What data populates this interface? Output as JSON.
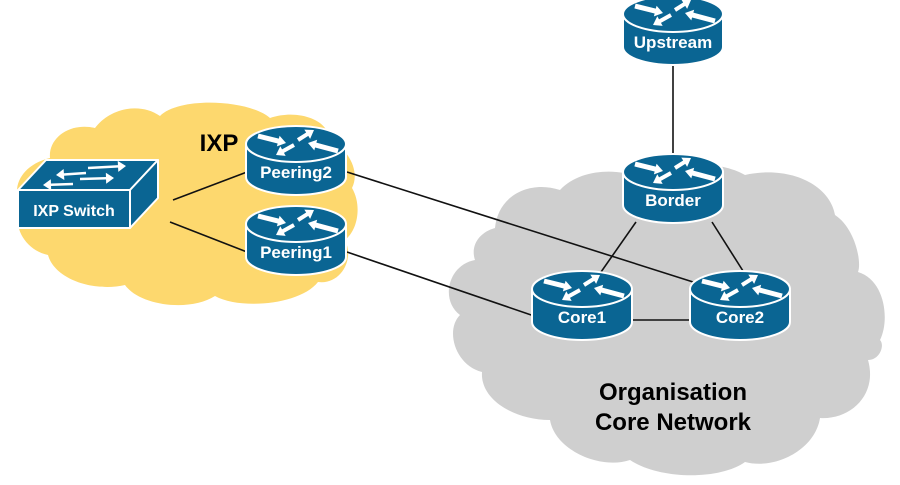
{
  "title": "IXP peering to organisation core network",
  "colors": {
    "device_fill": "#0a6593",
    "device_outline": "#ffffff",
    "ixp_cloud": "#fdd86e",
    "core_cloud": "#cfcfcf",
    "link": "#111111",
    "label_dark": "#000000",
    "label_light": "#ffffff"
  },
  "clouds": [
    {
      "id": "ixp",
      "label_lines": [
        "IXP"
      ]
    },
    {
      "id": "core",
      "label_lines": [
        "Organisation",
        "Core Network"
      ]
    }
  ],
  "nodes": [
    {
      "id": "upstream",
      "type": "router",
      "label": "Upstream",
      "icon": "router-icon"
    },
    {
      "id": "border",
      "type": "router",
      "label": "Border",
      "icon": "router-icon"
    },
    {
      "id": "core1",
      "type": "router",
      "label": "Core1",
      "icon": "router-icon"
    },
    {
      "id": "core2",
      "type": "router",
      "label": "Core2",
      "icon": "router-icon"
    },
    {
      "id": "peering2",
      "type": "router",
      "label": "Peering2",
      "icon": "router-icon"
    },
    {
      "id": "peering1",
      "type": "router",
      "label": "Peering1",
      "icon": "router-icon"
    },
    {
      "id": "ixpswitch",
      "type": "switch",
      "label": "IXP Switch",
      "icon": "switch-icon"
    }
  ],
  "links": [
    {
      "from": "upstream",
      "to": "border"
    },
    {
      "from": "border",
      "to": "core1"
    },
    {
      "from": "border",
      "to": "core2"
    },
    {
      "from": "core1",
      "to": "core2"
    },
    {
      "from": "peering2",
      "to": "core2"
    },
    {
      "from": "peering1",
      "to": "core1"
    },
    {
      "from": "ixpswitch",
      "to": "peering2"
    },
    {
      "from": "ixpswitch",
      "to": "peering1"
    }
  ]
}
